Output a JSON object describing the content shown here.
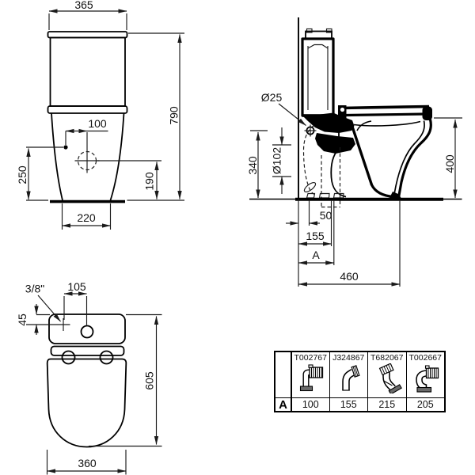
{
  "front_view": {
    "top_width": "365",
    "cistern_hole_offset": "100",
    "supply_height": "250",
    "hole_height": "190",
    "total_height": "790",
    "base_width": "220"
  },
  "side_view": {
    "inlet_diameter": "Ø25",
    "inlet_height": "340",
    "outlet_diameter": "Ø102",
    "seat_height": "400",
    "outlet_wall_gap": "50",
    "outlet_center_distance": "155",
    "connector_dim_label": "A",
    "total_depth": "460"
  },
  "plan_view": {
    "tap_connection": "3/8\"",
    "hole_spacing": "105",
    "tap_offset": "45",
    "total_length": "605",
    "seat_width": "360"
  },
  "accessories_table": {
    "row_label": "A",
    "columns": [
      {
        "part_number": "T002767",
        "value": "100"
      },
      {
        "part_number": "J324867",
        "value": "155"
      },
      {
        "part_number": "T682067",
        "value": "215"
      },
      {
        "part_number": "T002667",
        "value": "205"
      }
    ]
  }
}
